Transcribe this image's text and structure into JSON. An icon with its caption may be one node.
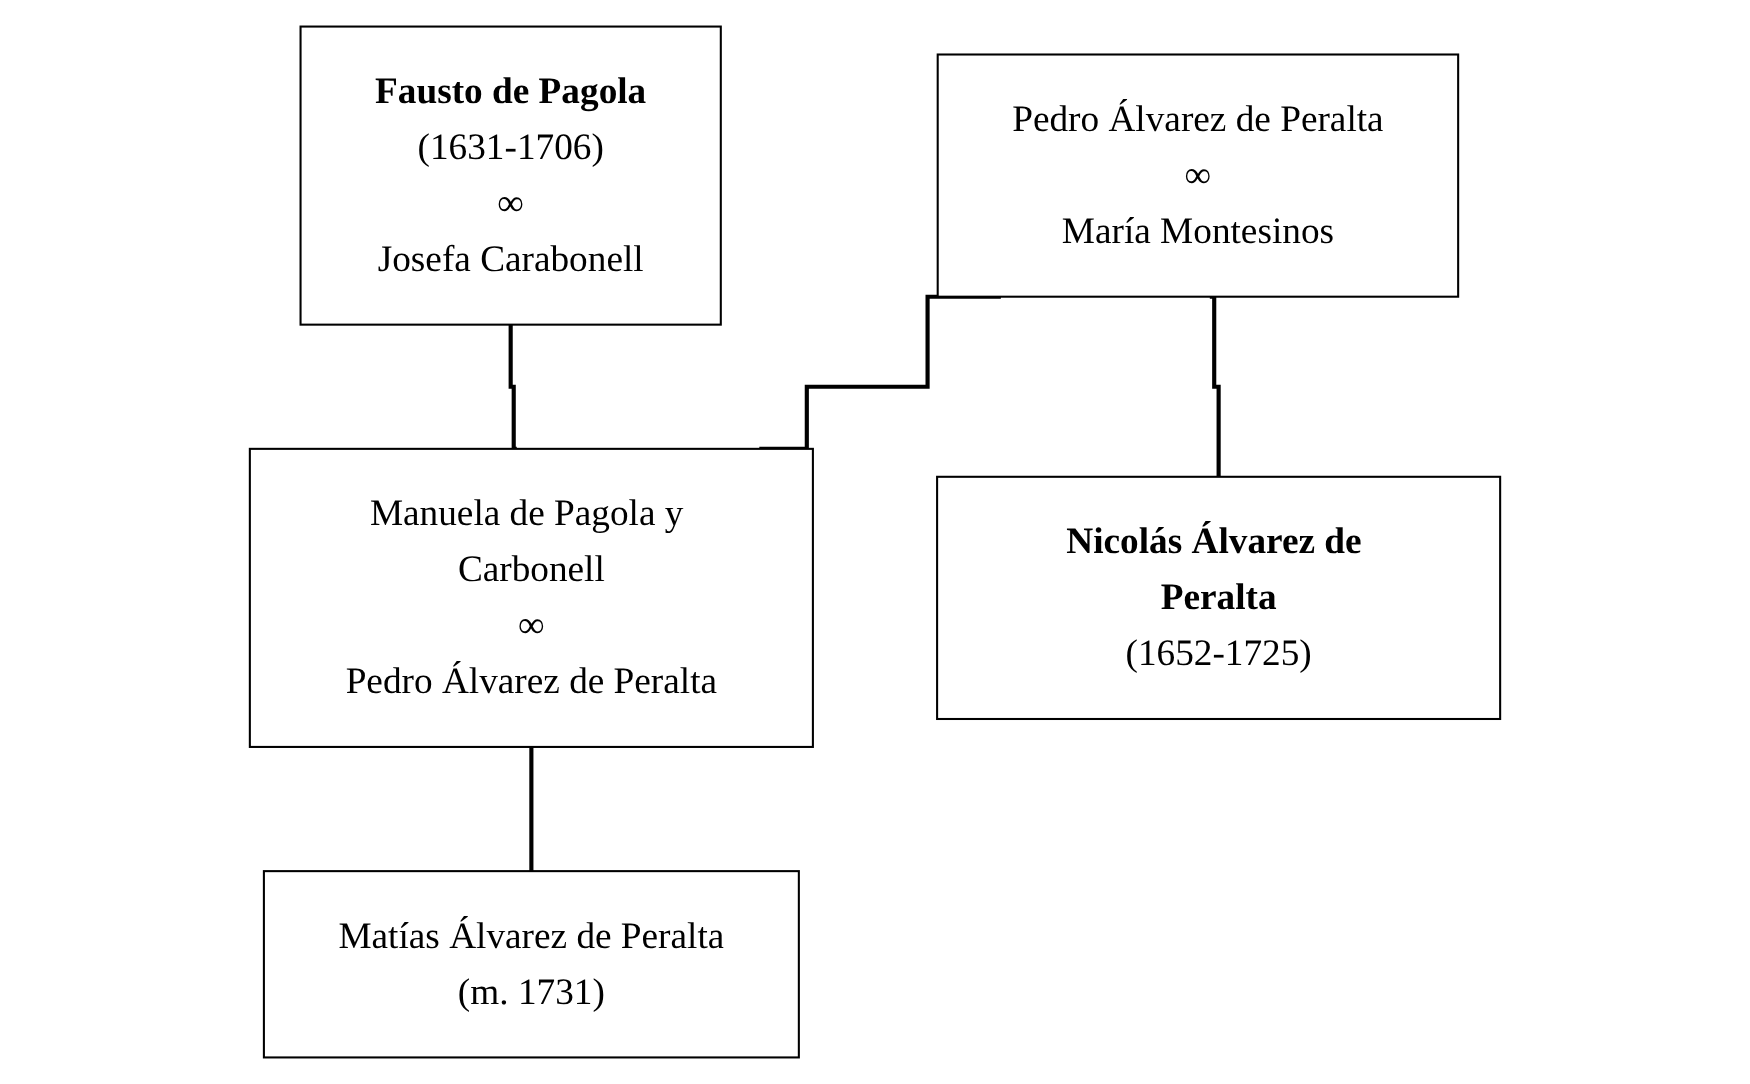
{
  "diagram": {
    "nodes": [
      {
        "text": [
          "Fausto de Pagola",
          "(1631-1706)",
          "∞",
          "Josefa Carabonell"
        ]
      },
      {
        "text": [
          "Pedro Álvarez de Peralta",
          "∞",
          "María Montesinos"
        ]
      },
      {
        "text": [
          "Manuela de Pagola y Carbonell",
          "∞",
          "Pedro Álvarez de Peralta"
        ]
      },
      {
        "text": [
          "Nicolás Álvarez de Peralta",
          "(1652-1725)"
        ]
      },
      {
        "text": [
          "Matías Álvarez de Peralta",
          "(m. 1731)"
        ]
      }
    ],
    "edges": [
      {
        "from": 0,
        "to": 2,
        "arrow": "none"
      },
      {
        "from": 1,
        "to": 2,
        "arrow": "none"
      },
      {
        "from": 1,
        "to": 3,
        "arrow": "none"
      },
      {
        "from": 2,
        "to": 4,
        "arrow": "none"
      }
    ]
  }
}
